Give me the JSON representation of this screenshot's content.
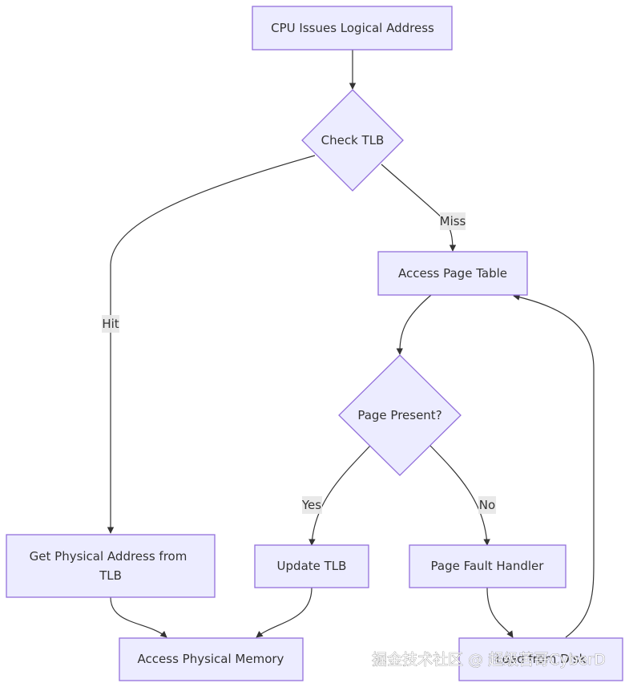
{
  "nodes": {
    "cpu_issues": {
      "label": "CPU Issues Logical Address"
    },
    "check_tlb": {
      "label": "Check TLB"
    },
    "access_page_table": {
      "label": "Access Page Table"
    },
    "page_present": {
      "label": "Page Present?"
    },
    "get_physical": {
      "label_line1": "Get Physical Address from",
      "label_line2": "TLB"
    },
    "update_tlb": {
      "label": "Update TLB"
    },
    "page_fault": {
      "label": "Page Fault Handler"
    },
    "access_memory": {
      "label": "Access Physical Memory"
    },
    "load_from_disk": {
      "label": "Load from Disk"
    }
  },
  "edges": {
    "hit": "Hit",
    "miss": "Miss",
    "yes": "Yes",
    "no": "No"
  },
  "watermark": "掘金技术社区 @ 超级苦哥CyberD",
  "colors": {
    "node_fill": "#ECECFF",
    "node_stroke": "#9370DB",
    "edge": "#333333",
    "edge_label_bg": "#e8e8e8"
  }
}
